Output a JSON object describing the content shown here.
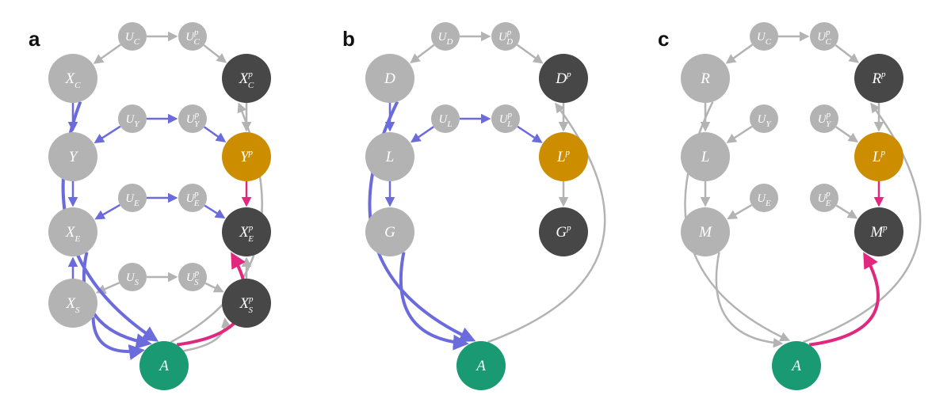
{
  "colors": {
    "gray": "#b3b3b3",
    "dark": "#474747",
    "orange": "#cc8e00",
    "green": "#199a72",
    "blue": "#6b6bdb",
    "pink": "#e0287e",
    "light_text": "#ffffff"
  },
  "panels": [
    {
      "label": "a",
      "nodes": [
        {
          "id": "UC",
          "base": "U",
          "sub": "C",
          "sup": "",
          "kind": "small"
        },
        {
          "id": "UCp",
          "base": "U",
          "sub": "C",
          "sup": "p",
          "kind": "small"
        },
        {
          "id": "XC",
          "base": "X",
          "sub": "C",
          "sup": "",
          "kind": "gray"
        },
        {
          "id": "XCp",
          "base": "X",
          "sub": "C",
          "sup": "p",
          "kind": "dark"
        },
        {
          "id": "UY",
          "base": "U",
          "sub": "Y",
          "sup": "",
          "kind": "small"
        },
        {
          "id": "UYp",
          "base": "U",
          "sub": "Y",
          "sup": "p",
          "kind": "small"
        },
        {
          "id": "Y",
          "base": "Y",
          "sub": "",
          "sup": "",
          "kind": "gray"
        },
        {
          "id": "Yp",
          "base": "Y",
          "sub": "",
          "sup": "p",
          "kind": "orange"
        },
        {
          "id": "UE",
          "base": "U",
          "sub": "E",
          "sup": "",
          "kind": "small"
        },
        {
          "id": "UEp",
          "base": "U",
          "sub": "E",
          "sup": "p",
          "kind": "small"
        },
        {
          "id": "XE",
          "base": "X",
          "sub": "E",
          "sup": "",
          "kind": "gray"
        },
        {
          "id": "XEp",
          "base": "X",
          "sub": "E",
          "sup": "p",
          "kind": "dark"
        },
        {
          "id": "US",
          "base": "U",
          "sub": "S",
          "sup": "",
          "kind": "small"
        },
        {
          "id": "USp",
          "base": "U",
          "sub": "S",
          "sup": "p",
          "kind": "small"
        },
        {
          "id": "XS",
          "base": "X",
          "sub": "S",
          "sup": "",
          "kind": "gray"
        },
        {
          "id": "XSp",
          "base": "X",
          "sub": "S",
          "sup": "p",
          "kind": "dark"
        },
        {
          "id": "A",
          "base": "A",
          "sub": "",
          "sup": "",
          "kind": "green"
        }
      ],
      "edges": [
        {
          "from": "UC",
          "to": "UCp",
          "color": "gray"
        },
        {
          "from": "UC",
          "to": "XC",
          "color": "gray"
        },
        {
          "from": "UCp",
          "to": "XCp",
          "color": "gray"
        },
        {
          "from": "XC",
          "to": "Y",
          "color": "blue"
        },
        {
          "from": "UY",
          "to": "UYp",
          "color": "blue"
        },
        {
          "from": "UY",
          "to": "Y",
          "color": "blue"
        },
        {
          "from": "UYp",
          "to": "Yp",
          "color": "blue"
        },
        {
          "from": "XCp",
          "to": "Yp",
          "color": "gray"
        },
        {
          "from": "Y",
          "to": "XE",
          "color": "blue"
        },
        {
          "from": "Yp",
          "to": "XEp",
          "color": "pink"
        },
        {
          "from": "UE",
          "to": "UEp",
          "color": "blue"
        },
        {
          "from": "UE",
          "to": "XE",
          "color": "blue"
        },
        {
          "from": "UEp",
          "to": "XEp",
          "color": "blue"
        },
        {
          "from": "XS",
          "to": "XE",
          "color": "blue"
        },
        {
          "from": "XSp",
          "to": "XEp",
          "color": "gray"
        },
        {
          "from": "US",
          "to": "USp",
          "color": "gray"
        },
        {
          "from": "US",
          "to": "XS",
          "color": "gray"
        },
        {
          "from": "USp",
          "to": "XSp",
          "color": "gray"
        },
        {
          "from": "XC",
          "to": "A",
          "color": "blue"
        },
        {
          "from": "XE",
          "to": "A",
          "color": "blue"
        },
        {
          "from": "XS",
          "to": "A",
          "color": "blue"
        },
        {
          "from": "A",
          "to": "XSp",
          "color": "gray"
        },
        {
          "from": "A",
          "to": "XCp",
          "color": "gray"
        },
        {
          "from": "A",
          "to": "XEp",
          "color": "pink"
        }
      ]
    },
    {
      "label": "b",
      "nodes": [
        {
          "id": "UD",
          "base": "U",
          "sub": "D",
          "sup": "",
          "kind": "small"
        },
        {
          "id": "UDp",
          "base": "U",
          "sub": "D",
          "sup": "p",
          "kind": "small"
        },
        {
          "id": "D",
          "base": "D",
          "sub": "",
          "sup": "",
          "kind": "gray"
        },
        {
          "id": "Dp",
          "base": "D",
          "sub": "",
          "sup": "p",
          "kind": "dark"
        },
        {
          "id": "UL",
          "base": "U",
          "sub": "L",
          "sup": "",
          "kind": "small"
        },
        {
          "id": "ULp",
          "base": "U",
          "sub": "L",
          "sup": "p",
          "kind": "small"
        },
        {
          "id": "L",
          "base": "L",
          "sub": "",
          "sup": "",
          "kind": "gray"
        },
        {
          "id": "Lp",
          "base": "L",
          "sub": "",
          "sup": "p",
          "kind": "orange"
        },
        {
          "id": "G",
          "base": "G",
          "sub": "",
          "sup": "",
          "kind": "gray"
        },
        {
          "id": "Gp",
          "base": "G",
          "sub": "",
          "sup": "p",
          "kind": "dark"
        },
        {
          "id": "A",
          "base": "A",
          "sub": "",
          "sup": "",
          "kind": "green"
        }
      ],
      "edges": [
        {
          "from": "UD",
          "to": "UDp",
          "color": "gray"
        },
        {
          "from": "UD",
          "to": "D",
          "color": "gray"
        },
        {
          "from": "UDp",
          "to": "Dp",
          "color": "gray"
        },
        {
          "from": "D",
          "to": "L",
          "color": "blue"
        },
        {
          "from": "UL",
          "to": "ULp",
          "color": "blue"
        },
        {
          "from": "UL",
          "to": "L",
          "color": "blue"
        },
        {
          "from": "ULp",
          "to": "Lp",
          "color": "blue"
        },
        {
          "from": "Dp",
          "to": "Lp",
          "color": "gray"
        },
        {
          "from": "L",
          "to": "G",
          "color": "blue"
        },
        {
          "from": "Lp",
          "to": "Gp",
          "color": "gray"
        },
        {
          "from": "D",
          "to": "A",
          "color": "blue"
        },
        {
          "from": "G",
          "to": "A",
          "color": "blue"
        },
        {
          "from": "A",
          "to": "Dp",
          "color": "gray"
        }
      ]
    },
    {
      "label": "c",
      "nodes": [
        {
          "id": "UC",
          "base": "U",
          "sub": "C",
          "sup": "",
          "kind": "small"
        },
        {
          "id": "UCp",
          "base": "U",
          "sub": "C",
          "sup": "p",
          "kind": "small"
        },
        {
          "id": "R",
          "base": "R",
          "sub": "",
          "sup": "",
          "kind": "gray"
        },
        {
          "id": "Rp",
          "base": "R",
          "sub": "",
          "sup": "p",
          "kind": "dark"
        },
        {
          "id": "UY",
          "base": "U",
          "sub": "Y",
          "sup": "",
          "kind": "small"
        },
        {
          "id": "UYp",
          "base": "U",
          "sub": "Y",
          "sup": "p",
          "kind": "small"
        },
        {
          "id": "L",
          "base": "L",
          "sub": "",
          "sup": "",
          "kind": "gray"
        },
        {
          "id": "Lp",
          "base": "L",
          "sub": "",
          "sup": "p",
          "kind": "orange"
        },
        {
          "id": "UE",
          "base": "U",
          "sub": "E",
          "sup": "",
          "kind": "small"
        },
        {
          "id": "UEp",
          "base": "U",
          "sub": "E",
          "sup": "p",
          "kind": "small"
        },
        {
          "id": "M",
          "base": "M",
          "sub": "",
          "sup": "",
          "kind": "gray"
        },
        {
          "id": "Mp",
          "base": "M",
          "sub": "",
          "sup": "p",
          "kind": "dark"
        },
        {
          "id": "A",
          "base": "A",
          "sub": "",
          "sup": "",
          "kind": "green"
        }
      ],
      "edges": [
        {
          "from": "UC",
          "to": "UCp",
          "color": "gray"
        },
        {
          "from": "UC",
          "to": "R",
          "color": "gray"
        },
        {
          "from": "UCp",
          "to": "Rp",
          "color": "gray"
        },
        {
          "from": "R",
          "to": "L",
          "color": "gray"
        },
        {
          "from": "UY",
          "to": "L",
          "color": "gray"
        },
        {
          "from": "Rp",
          "to": "Lp",
          "color": "gray"
        },
        {
          "from": "UYp",
          "to": "Lp",
          "color": "gray"
        },
        {
          "from": "L",
          "to": "M",
          "color": "gray"
        },
        {
          "from": "UE",
          "to": "M",
          "color": "gray"
        },
        {
          "from": "Lp",
          "to": "Mp",
          "color": "pink"
        },
        {
          "from": "UEp",
          "to": "Mp",
          "color": "gray"
        },
        {
          "from": "R",
          "to": "A",
          "color": "gray"
        },
        {
          "from": "M",
          "to": "A",
          "color": "gray"
        },
        {
          "from": "A",
          "to": "Rp",
          "color": "gray"
        },
        {
          "from": "A",
          "to": "Mp",
          "color": "pink"
        }
      ]
    }
  ]
}
